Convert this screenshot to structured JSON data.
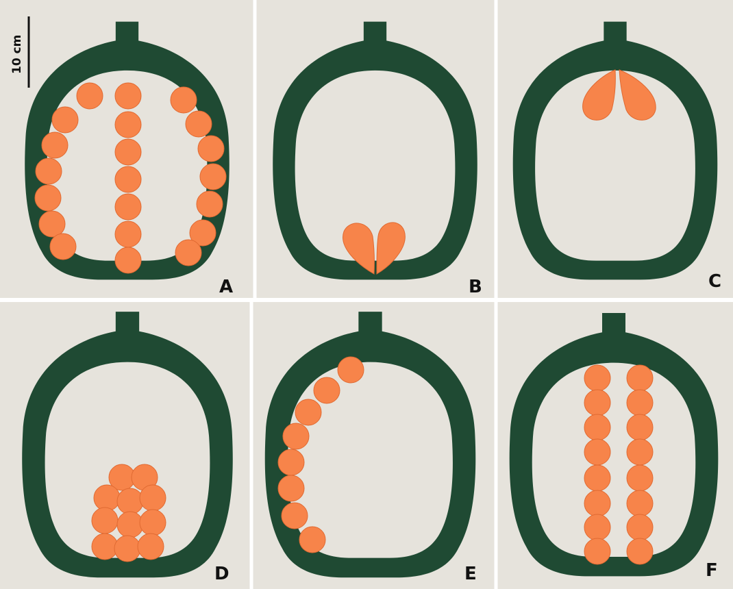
{
  "figure": {
    "scale_bar": {
      "label": "10 cm"
    },
    "colors": {
      "frame": "#1f4a33",
      "disc": "#f7844a",
      "disc_edge": "#e06a32",
      "background": "#e6e3dc",
      "watermark": "#9fd0a8"
    },
    "panels": [
      {
        "label": "A",
        "content": "three columns of discs (outer arcs and central row)"
      },
      {
        "label": "B",
        "content": "two petal shapes at bottom"
      },
      {
        "label": "C",
        "content": "two petal shapes at top"
      },
      {
        "label": "D",
        "content": "cluster of discs at bottom"
      },
      {
        "label": "E",
        "content": "arc of discs along left wall"
      },
      {
        "label": "F",
        "content": "two central columns of discs"
      }
    ]
  }
}
